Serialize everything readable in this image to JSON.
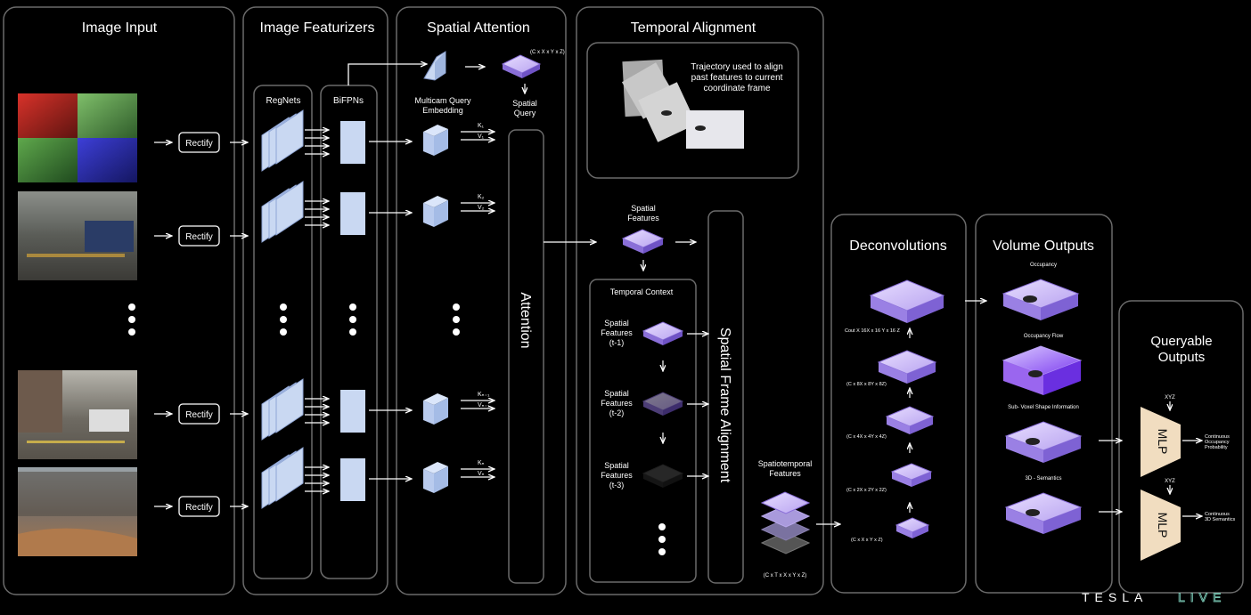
{
  "sections": {
    "image_input": "Image Input",
    "image_featurizers": "Image Featurizers",
    "spatial_attention": "Spatial Attention",
    "temporal_alignment": "Temporal Alignment",
    "deconvolutions": "Deconvolutions",
    "volume_outputs": "Volume Outputs",
    "queryable_outputs": [
      "Queryable",
      "Outputs"
    ]
  },
  "rectify_label": "Rectify",
  "featurizers": {
    "regnets": "RegNets",
    "bifpns": "BiFPNs"
  },
  "spatial": {
    "dims": "(C x X x Y x Z)",
    "query_embedding": [
      "Multicam Query",
      "Embedding"
    ],
    "spatial_query": [
      "Spatial",
      "Query"
    ],
    "attention": "Attention",
    "kv_labels": [
      [
        "K₁",
        "V₁"
      ],
      [
        "K₂",
        "V₂"
      ],
      [
        "Kₙ₋₁",
        "Vₙ₋₁"
      ],
      [
        "Kₙ",
        "Vₙ"
      ]
    ]
  },
  "temporal": {
    "trajectory_text": [
      "Trajectory used to align",
      "past features to current",
      "coordinate frame"
    ],
    "spatial_features": [
      "Spatial",
      "Features"
    ],
    "temporal_context": "Temporal Context",
    "context_items": [
      [
        "Spatial",
        "Features",
        "(t-1)"
      ],
      [
        "Spatial",
        "Features",
        "(t-2)"
      ],
      [
        "Spatial",
        "Features",
        "(t-3)"
      ]
    ],
    "frame_alignment": "Spatial Frame Alignment",
    "spatiotemporal": [
      "Spatiotemporal",
      "Features"
    ],
    "spatiotemporal_dims": "(C x T x X x Y x Z)"
  },
  "deconv": {
    "dims": [
      "Cout X 16X x 16 Y x 16 Z",
      "(C x 8X x 8Y x 8Z)",
      "(C x 4X x 4Y x 4Z)",
      "(C x 2X x 2Y x 2Z)",
      "(C x X x Y x Z)"
    ]
  },
  "volume": {
    "outputs": [
      "Occupancy",
      "Occupancy Flow",
      "Sub- Voxel Shape Information",
      "3D - Semantics"
    ]
  },
  "queryable": {
    "mlp": "MLP",
    "xyz": "XYZ",
    "outputs": [
      [
        "Continuous",
        "Occupancy",
        "Probability"
      ],
      [
        "Continuous",
        "3D Semantics"
      ]
    ]
  },
  "brand": {
    "tesla": "TESLA",
    "live": "LIVE"
  },
  "colors": {
    "panel_border": "#6b6b6b",
    "feature_block": "#c9d8f2",
    "voxel_purple": "#a48ae6",
    "mlp_fill": "#f1ddc0",
    "live_green": "#7fd1bd"
  }
}
